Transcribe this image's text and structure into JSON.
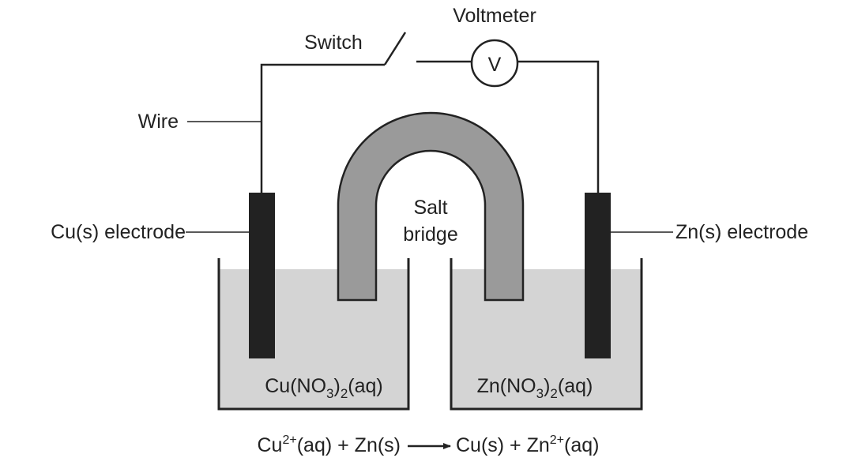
{
  "labels": {
    "voltmeter": "Voltmeter",
    "switch": "Switch",
    "wire": "Wire",
    "voltmeter_symbol": "V",
    "salt_bridge_line1": "Salt",
    "salt_bridge_line2": "bridge",
    "cu_electrode": "Cu(s) electrode",
    "zn_electrode": "Zn(s) electrode"
  },
  "solutions": {
    "left": {
      "prefix": "Cu(NO",
      "sub1": "3",
      "mid": ")",
      "sub2": "2",
      "suffix": "(aq)"
    },
    "right": {
      "prefix": "Zn(NO",
      "sub1": "3",
      "mid": ")",
      "sub2": "2",
      "suffix": "(aq)"
    }
  },
  "reaction": {
    "reactant1_base": "Cu",
    "reactant1_charge": "2+",
    "reactant1_state": "(aq) + Zn(s)",
    "product1": "Cu(s) + Zn",
    "product2_charge": "2+",
    "product2_state": "(aq)"
  },
  "colors": {
    "solution": "#d4d4d4",
    "salt_bridge": "#9a9a9a",
    "electrode": "#222222"
  }
}
